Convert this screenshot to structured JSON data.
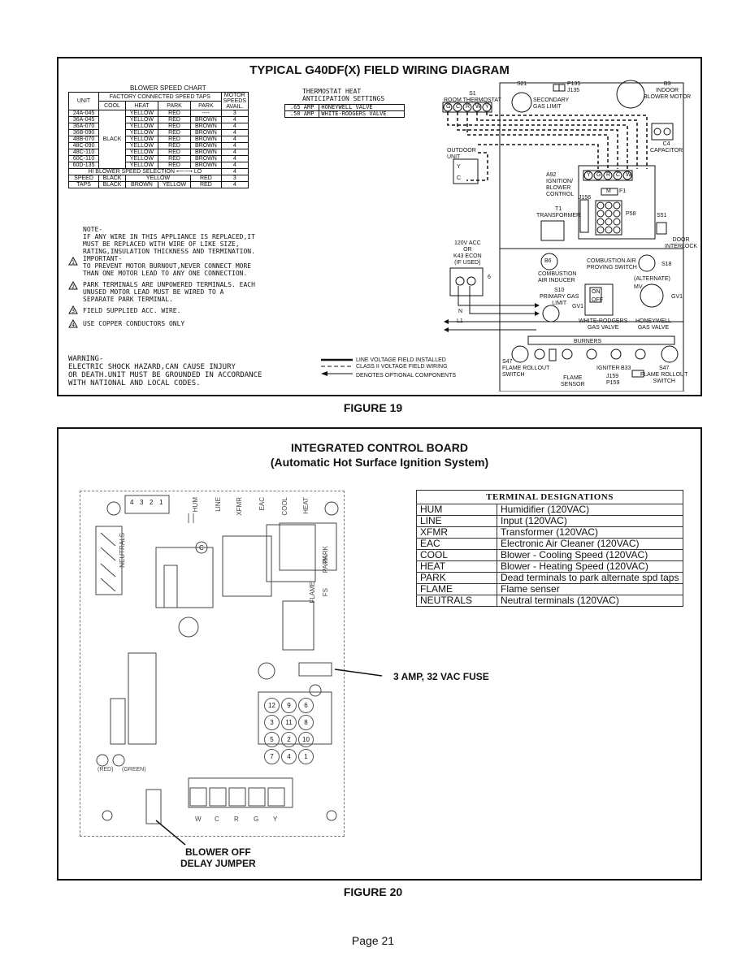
{
  "figure19": {
    "title": "TYPICAL G40DF(X) FIELD WIRING DIAGRAM",
    "caption": "FIGURE 19",
    "blower_chart": {
      "title": "BLOWER SPEED CHART",
      "factory_header": "FACTORY CONNECTED SPEED TAPS",
      "unit_header": "UNIT",
      "motor_header": "MOTOR SPEEDS AVAIL.",
      "columns": [
        "COOL",
        "HEAT",
        "PARK",
        "PARK"
      ],
      "cool_value": "BLACK",
      "rows": [
        [
          "24A-045",
          "YELLOW",
          "RED",
          "----",
          "3"
        ],
        [
          "36A-045",
          "YELLOW",
          "RED",
          "BROWN",
          "4"
        ],
        [
          "36A-070",
          "YELLOW",
          "RED",
          "BROWN",
          "4"
        ],
        [
          "36B-090",
          "YELLOW",
          "RED",
          "BROWN",
          "4"
        ],
        [
          "48B-070",
          "YELLOW",
          "RED",
          "BROWN",
          "4"
        ],
        [
          "48C-090",
          "YELLOW",
          "RED",
          "BROWN",
          "4"
        ],
        [
          "48C-110",
          "YELLOW",
          "RED",
          "BROWN",
          "4"
        ],
        [
          "60C-110",
          "YELLOW",
          "RED",
          "BROWN",
          "4"
        ],
        [
          "60D-135",
          "YELLOW",
          "RED",
          "BROWN",
          "4"
        ]
      ],
      "selection_title": "BLOWER SPEED SELECTION",
      "hi": "HI",
      "lo": "LO",
      "selection_motor": "4",
      "speed_label": "SPEED",
      "taps_label": "TAPS",
      "speed_row": [
        "BLACK",
        "YELLOW",
        "RED",
        "3"
      ],
      "taps_row": [
        "BLACK",
        "BROWN",
        "YELLOW",
        "RED",
        "4"
      ]
    },
    "anticipation": {
      "title": "THERMOSTAT HEAT\nANTICIPATION SETTINGS",
      "rows": [
        [
          ".65 AMP",
          "HONEYWELL VALVE"
        ],
        [
          ".50 AMP",
          "WHITE-RODGERS VALVE"
        ]
      ]
    },
    "notes": {
      "note": "NOTE-\nIF ANY WIRE IN THIS APPLIANCE IS REPLACED,IT\nMUST BE REPLACED WITH WIRE OF LIKE SIZE,\nRATING,INSULATION THICKNESS AND TERMINATION.",
      "n1": "IMPORTANT-\nTO PREVENT MOTOR BURNOUT,NEVER CONNECT MORE\nTHAN ONE MOTOR LEAD TO ANY ONE CONNECTION.",
      "n2": "PARK TERMINALS ARE UNPOWERED TERMINALS. EACH\nUNUSED MOTOR LEAD MUST BE WIRED TO A\nSEPARATE PARK TERMINAL.",
      "n3": "FIELD SUPPLIED ACC. WIRE.",
      "n4": "USE COPPER CONDUCTORS ONLY",
      "warning": "WARNING-\nELECTRIC SHOCK HAZARD,CAN CAUSE INJURY\nOR DEATH.UNIT MUST BE GROUNDED IN ACCORDANCE\nWITH NATIONAL AND LOCAL CODES."
    },
    "legend": {
      "line_voltage": "LINE VOLTAGE FIELD INSTALLED",
      "class2": "CLASS II VOLTAGE FIELD WIRING",
      "optional": "DENOTES OPTIONAL COMPONENTS"
    },
    "diagram": {
      "s1": "S1\nROOM THERMOSTAT",
      "s21": "S21",
      "p135": "P135\nJ135",
      "b3": "B3\nINDOOR\nBLOWER MOTOR",
      "secondary": "SECONDARY\nGAS LIMIT",
      "c4": "C4\nCAPACITOR",
      "outdoor": "OUTDOOR\nUNIT",
      "a92": "A92\nIGNITION/\nBLOWER\nCONTROL",
      "t1": "T1\nTRANSFORMER",
      "j156": "J156",
      "p58": "P58",
      "s51": "S51",
      "door": "DOOR\nINTERLOCK",
      "acc": "120V ACC\nOR\nK43 ECON\n(IF USED)",
      "b6": "B6",
      "comb_inducer": "COMBUSTION\nAIR INDUCER",
      "comb_switch": "COMBUSTION AIR\nPROVING SWITCH",
      "s18": "S18",
      "alternate": "(ALTERNATE)",
      "s10": "S10\nPRIMARY GAS\nLIMIT",
      "gv1": "GV1",
      "wr_valve": "WHITE-RODGERS\nGAS VALVE",
      "hw_valve": "HONEYWELL\nGAS VALVE",
      "burners": "BURNERS",
      "s47a": "S47\nFLAME ROLLOUT\nSWITCH",
      "flame_sensor": "FLAME\nSENSOR",
      "igniter": "IGNITER",
      "b33": "B33",
      "j159": "J159\nP159",
      "s47b": "S47\nFLAME ROLLOUT\nSWITCH",
      "n": "N",
      "l1": "L1",
      "on": "ON",
      "off": "OFF",
      "mv": "MV",
      "thermo_terms": [
        "G",
        "C",
        "R",
        "W",
        "Y"
      ],
      "board_terms": [
        "Y",
        "G",
        "R",
        "C",
        "W"
      ],
      "y": "Y",
      "c": "C",
      "g6": "6",
      "m1": "M",
      "f1": "F1"
    }
  },
  "figure20": {
    "title": "INTEGRATED CONTROL BOARD",
    "subtitle": "(Automatic Hot Surface Ignition System)",
    "caption": "FIGURE 20",
    "terminal_table_title": "TERMINAL DESIGNATIONS",
    "terminals": [
      [
        "HUM",
        "Humidifier (120VAC)"
      ],
      [
        "LINE",
        "Input (120VAC)"
      ],
      [
        "XFMR",
        "Transformer (120VAC)"
      ],
      [
        "EAC",
        "Electronic Air Cleaner (120VAC)"
      ],
      [
        "COOL",
        "Blower - Cooling Speed (120VAC)"
      ],
      [
        "HEAT",
        "Blower - Heating Speed (120VAC)"
      ],
      [
        "PARK",
        "Dead terminals to park alternate spd taps"
      ],
      [
        "FLAME",
        "Flame senser"
      ],
      [
        "NEUTRALS",
        "Neutral terminals (120VAC)"
      ]
    ],
    "fuse_label": "3 AMP, 32 VAC FUSE",
    "jumper_label": "BLOWER OFF\nDELAY JUMPER",
    "board": {
      "top_terms": [
        "HUM",
        "LINE",
        "XFMR",
        "EAC",
        "COOL",
        "HEAT"
      ],
      "plug4": [
        "4",
        "3",
        "2",
        "1"
      ],
      "neutrals": "NEUTRALS",
      "park1": "PARK",
      "park2": "PARK",
      "flame": "FLAME",
      "fs": "FS",
      "c": "C",
      "red": "(RED)",
      "green": "(GREEN)",
      "thermo": [
        "W",
        "C",
        "R",
        "G",
        "Y"
      ],
      "plug12": [
        "12",
        "9",
        "6",
        "3",
        "11",
        "8",
        "5",
        "2",
        "10",
        "7",
        "4",
        "1"
      ]
    }
  },
  "footer": {
    "page": "Page 21"
  }
}
